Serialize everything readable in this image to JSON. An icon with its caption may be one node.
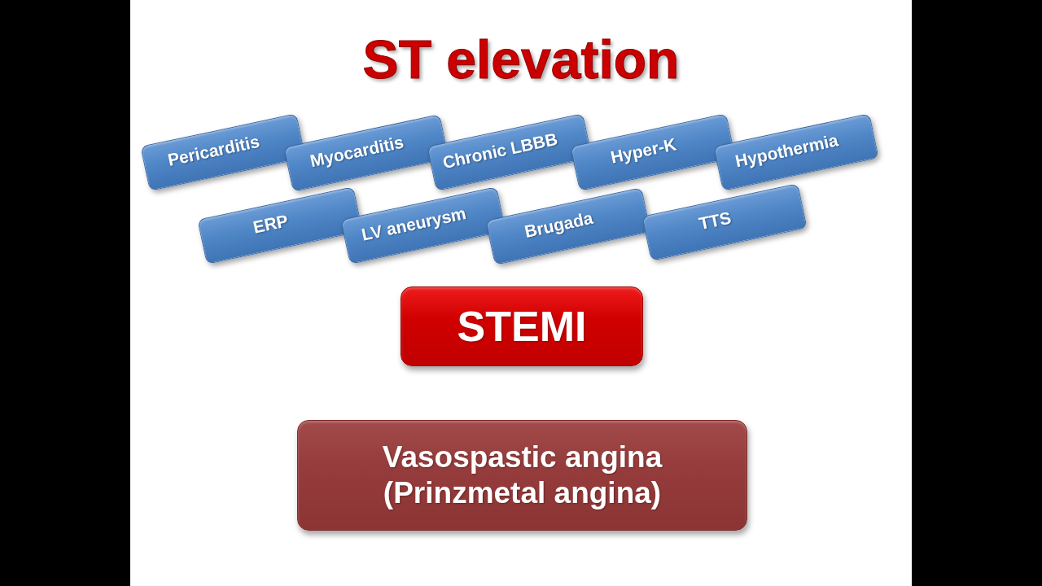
{
  "diagram": {
    "title": "ST elevation",
    "nodes": [
      {
        "text": [
          "Pericarditis"
        ]
      },
      {
        "text": [
          "Myocarditis"
        ]
      },
      {
        "text": [
          "Chronic LBBB"
        ]
      },
      {
        "text": [
          "Hyper-K"
        ]
      },
      {
        "text": [
          "Hypothermia"
        ]
      },
      {
        "text": [
          "ERP"
        ]
      },
      {
        "text": [
          "LV aneurysm"
        ]
      },
      {
        "text": [
          "Brugada"
        ]
      },
      {
        "text": [
          "TTS"
        ]
      },
      {
        "text": [
          "STEMI"
        ]
      },
      {
        "text": [
          "Vasospastic angina (Prinzmetal angina)"
        ]
      }
    ]
  }
}
